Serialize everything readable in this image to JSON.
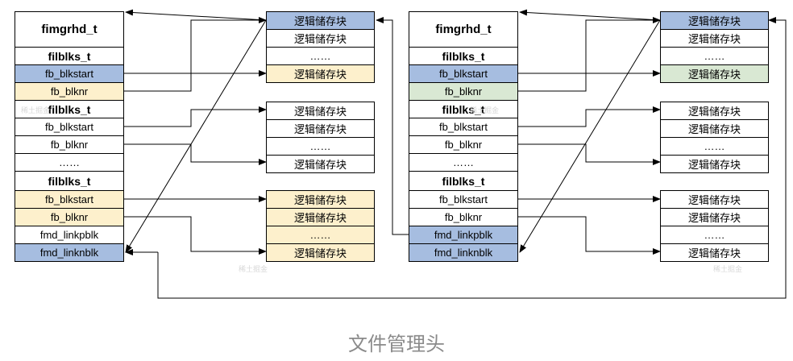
{
  "caption": "文件管理头",
  "watermark": "稀土掘金",
  "colors": {
    "blue": "#a6bde0",
    "yellow": "#fdf0cc",
    "green": "#d9e8d3",
    "white": "#ffffff"
  },
  "diagrams": [
    {
      "header_rows": [
        {
          "text": "fimgrhd_t",
          "style": "header",
          "fill": "white"
        },
        {
          "text": "filblks_t",
          "style": "bold",
          "fill": "white"
        },
        {
          "text": "fb_blkstart",
          "style": "normal",
          "fill": "blue"
        },
        {
          "text": "fb_blknr",
          "style": "normal",
          "fill": "yellow"
        },
        {
          "text": "filblks_t",
          "style": "bold",
          "fill": "white"
        },
        {
          "text": "fb_blkstart",
          "style": "normal",
          "fill": "white"
        },
        {
          "text": "fb_blknr",
          "style": "normal",
          "fill": "white"
        },
        {
          "text": "……",
          "style": "normal",
          "fill": "white"
        },
        {
          "text": "filblks_t",
          "style": "bold",
          "fill": "white"
        },
        {
          "text": "fb_blkstart",
          "style": "normal",
          "fill": "yellow"
        },
        {
          "text": "fb_blknr",
          "style": "normal",
          "fill": "yellow"
        },
        {
          "text": "fmd_linkpblk",
          "style": "normal",
          "fill": "white"
        },
        {
          "text": "fmd_linknblk",
          "style": "normal",
          "fill": "blue"
        }
      ],
      "block_groups": [
        [
          {
            "text": "逻辑储存块",
            "fill": "blue"
          },
          {
            "text": "逻辑储存块",
            "fill": "white"
          },
          {
            "text": "……",
            "fill": "white"
          },
          {
            "text": "逻辑储存块",
            "fill": "yellow"
          }
        ],
        [
          {
            "text": "逻辑储存块",
            "fill": "white"
          },
          {
            "text": "逻辑储存块",
            "fill": "white"
          },
          {
            "text": "……",
            "fill": "white"
          },
          {
            "text": "逻辑储存块",
            "fill": "white"
          }
        ],
        [
          {
            "text": "逻辑储存块",
            "fill": "yellow"
          },
          {
            "text": "逻辑储存块",
            "fill": "yellow"
          },
          {
            "text": "……",
            "fill": "yellow"
          },
          {
            "text": "逻辑储存块",
            "fill": "yellow"
          }
        ]
      ]
    },
    {
      "header_rows": [
        {
          "text": "fimgrhd_t",
          "style": "header",
          "fill": "white"
        },
        {
          "text": "filblks_t",
          "style": "bold",
          "fill": "white"
        },
        {
          "text": "fb_blkstart",
          "style": "normal",
          "fill": "blue"
        },
        {
          "text": "fb_blknr",
          "style": "normal",
          "fill": "green"
        },
        {
          "text": "filblks_t",
          "style": "bold",
          "fill": "white"
        },
        {
          "text": "fb_blkstart",
          "style": "normal",
          "fill": "white"
        },
        {
          "text": "fb_blknr",
          "style": "normal",
          "fill": "white"
        },
        {
          "text": "……",
          "style": "normal",
          "fill": "white"
        },
        {
          "text": "filblks_t",
          "style": "bold",
          "fill": "white"
        },
        {
          "text": "fb_blkstart",
          "style": "normal",
          "fill": "white"
        },
        {
          "text": "fb_blknr",
          "style": "normal",
          "fill": "white"
        },
        {
          "text": "fmd_linkpblk",
          "style": "normal",
          "fill": "blue"
        },
        {
          "text": "fmd_linknblk",
          "style": "normal",
          "fill": "blue"
        }
      ],
      "block_groups": [
        [
          {
            "text": "逻辑储存块",
            "fill": "blue"
          },
          {
            "text": "逻辑储存块",
            "fill": "white"
          },
          {
            "text": "……",
            "fill": "white"
          },
          {
            "text": "逻辑储存块",
            "fill": "green"
          }
        ],
        [
          {
            "text": "逻辑储存块",
            "fill": "white"
          },
          {
            "text": "逻辑储存块",
            "fill": "white"
          },
          {
            "text": "……",
            "fill": "white"
          },
          {
            "text": "逻辑储存块",
            "fill": "white"
          }
        ],
        [
          {
            "text": "逻辑储存块",
            "fill": "white"
          },
          {
            "text": "逻辑储存块",
            "fill": "white"
          },
          {
            "text": "……",
            "fill": "white"
          },
          {
            "text": "逻辑储存块",
            "fill": "white"
          }
        ]
      ]
    }
  ]
}
